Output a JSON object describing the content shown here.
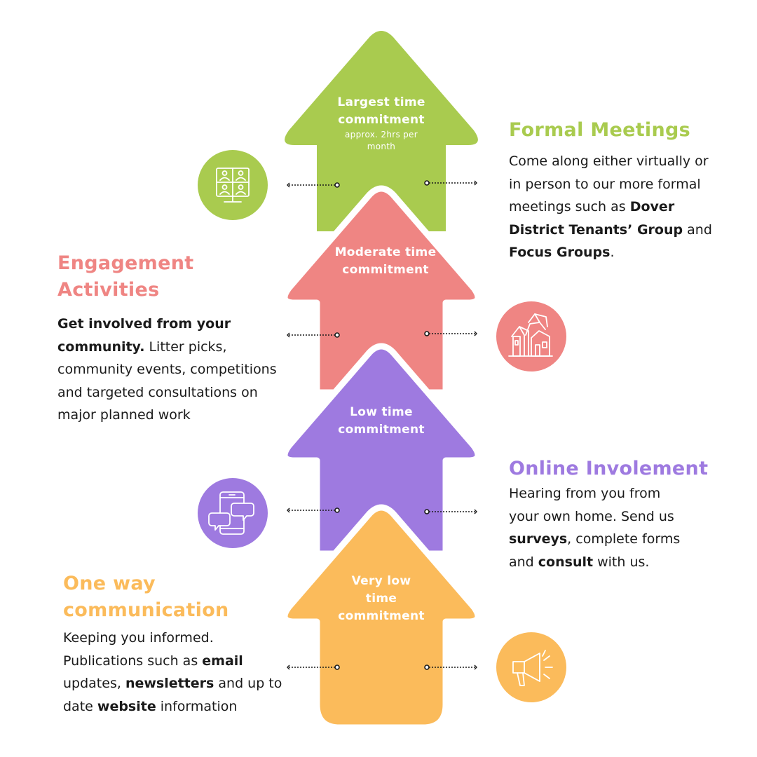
{
  "colors": {
    "green": "#a9cb4f",
    "red": "#ef8583",
    "purple": "#9e7ae0",
    "yellow": "#fbbb5b",
    "text": "#1a1a1a"
  },
  "levels": {
    "largest": {
      "line1": "Largest time",
      "line2": "commitment",
      "sub1": "approx. 2hrs per",
      "sub2": "month"
    },
    "moderate": {
      "line1": "Moderate time",
      "line2": "commitment"
    },
    "low": {
      "line1": "Low time",
      "line2": "commitment"
    },
    "very_low": {
      "line1": "Very low",
      "line2": "time",
      "line3": "commitment"
    }
  },
  "formal_meetings": {
    "title": "Formal Meetings",
    "p1": "Come along either virtually or",
    "p2": "in person to our more formal",
    "p3": "meetings such as ",
    "b1": "Dover",
    "b2": "District Tenants’ Group",
    "p4": " and",
    "b3": "Focus Groups",
    "p5": ".",
    "icon": "video-conference-icon"
  },
  "engagement": {
    "title1": "Engagement",
    "title2": "Activities",
    "b1": "Get involved from your",
    "b2": "community.",
    "p1": " Litter picks,",
    "p2": "community events, competitions",
    "p3": "and targeted consultations on",
    "p4": "major planned work",
    "icon": "houses-icon"
  },
  "online": {
    "title": "Online Involement",
    "p1": "Hearing from you from",
    "p2": "your own home. Send us",
    "b1": "surveys",
    "p3": ", complete forms",
    "p4": "and ",
    "b2": "consult",
    "p5": " with us.",
    "icon": "phone-chat-icon"
  },
  "one_way": {
    "title1": "One way",
    "title2": "communication",
    "p1": "Keeping you informed.",
    "p2": "Publications such as ",
    "b1": "email",
    "p3": "updates, ",
    "b2": "newsletters",
    "p4": " and up to",
    "p5": "date ",
    "b3": "website",
    "p6": " information",
    "icon": "megaphone-icon"
  }
}
